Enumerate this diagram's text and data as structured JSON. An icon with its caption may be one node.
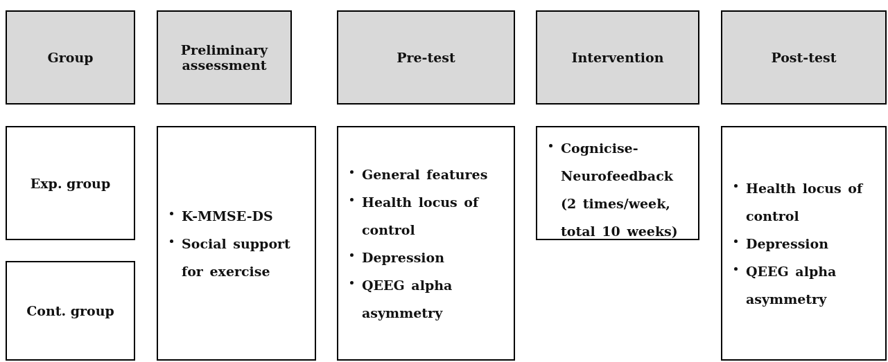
{
  "diagram": {
    "nodes": [
      {
        "text": [
          "Group"
        ]
      },
      {
        "text": [
          "Preliminary assessment"
        ]
      },
      {
        "text": [
          "Pre-test"
        ]
      },
      {
        "text": [
          "Intervention"
        ]
      },
      {
        "text": [
          "Post-test"
        ]
      },
      {
        "text": [
          "Exp. group"
        ]
      },
      {
        "text": [
          "Cont. group"
        ]
      },
      {
        "text": [
          "K-MMSE-DS",
          "Social support for exercise"
        ]
      },
      {
        "text": [
          "General features",
          "Health locus of control",
          "Depression",
          "QEEG alpha asymmetry"
        ]
      },
      {
        "text": [
          "Cognicise-Neurofeedback (2 times/week, total 10 weeks)"
        ]
      },
      {
        "text": [
          "Health locus of control",
          "Depression",
          "QEEG alpha asymmetry"
        ]
      }
    ]
  }
}
